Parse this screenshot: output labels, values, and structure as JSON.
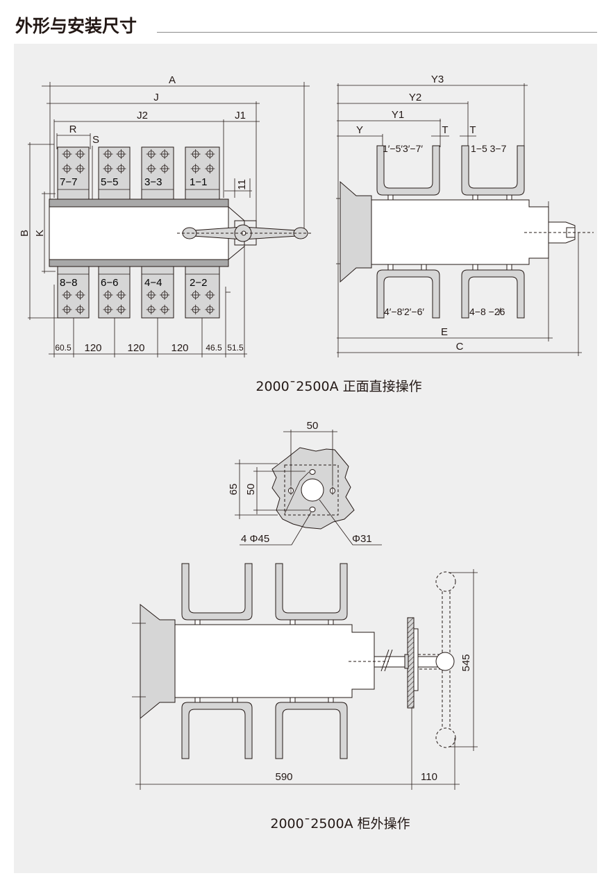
{
  "header": {
    "title": "外形与安装尺寸"
  },
  "front_view": {
    "dims": {
      "A": "A",
      "J": "J",
      "J2": "J2",
      "J1": "J1",
      "R": "R",
      "S": "S",
      "B": "B",
      "K": "K",
      "eleven": "11"
    },
    "top_terminals": [
      "7−7",
      "5−5",
      "3−3",
      "1−1"
    ],
    "bottom_terminals": [
      "8−8",
      "6−6",
      "4−4",
      "2−2"
    ],
    "spacings": [
      "60.5",
      "120",
      "120",
      "120",
      "46.5",
      "51.5"
    ],
    "caption": "2000¯2500A 正面直接操作"
  },
  "side_view": {
    "dims": {
      "Y3": "Y3",
      "Y2": "Y2",
      "Y1": "Y1",
      "Y": "Y",
      "T1": "T",
      "T2": "T",
      "E": "E",
      "C": "C"
    },
    "top_labels": [
      "1′−5′3′−7′",
      "1−5 3−7"
    ],
    "bottom_labels": [
      "4′−8′2′−6′",
      "4−8 −2̸6"
    ]
  },
  "panel_cutout": {
    "dims": {
      "width": "50",
      "height_outer": "65",
      "height_inner": "50",
      "holes": "4  Φ45",
      "center_hole": "Φ31"
    }
  },
  "cabinet_view": {
    "dims": {
      "length": "590",
      "handle_offset": "110",
      "handle_span": "545"
    },
    "caption": "2000¯2500A 柜外操作"
  },
  "colors": {
    "line": "#231815",
    "panel": "#efefef",
    "part_fill": "#d6d6d6",
    "bar_fill": "#a8a8a8"
  }
}
